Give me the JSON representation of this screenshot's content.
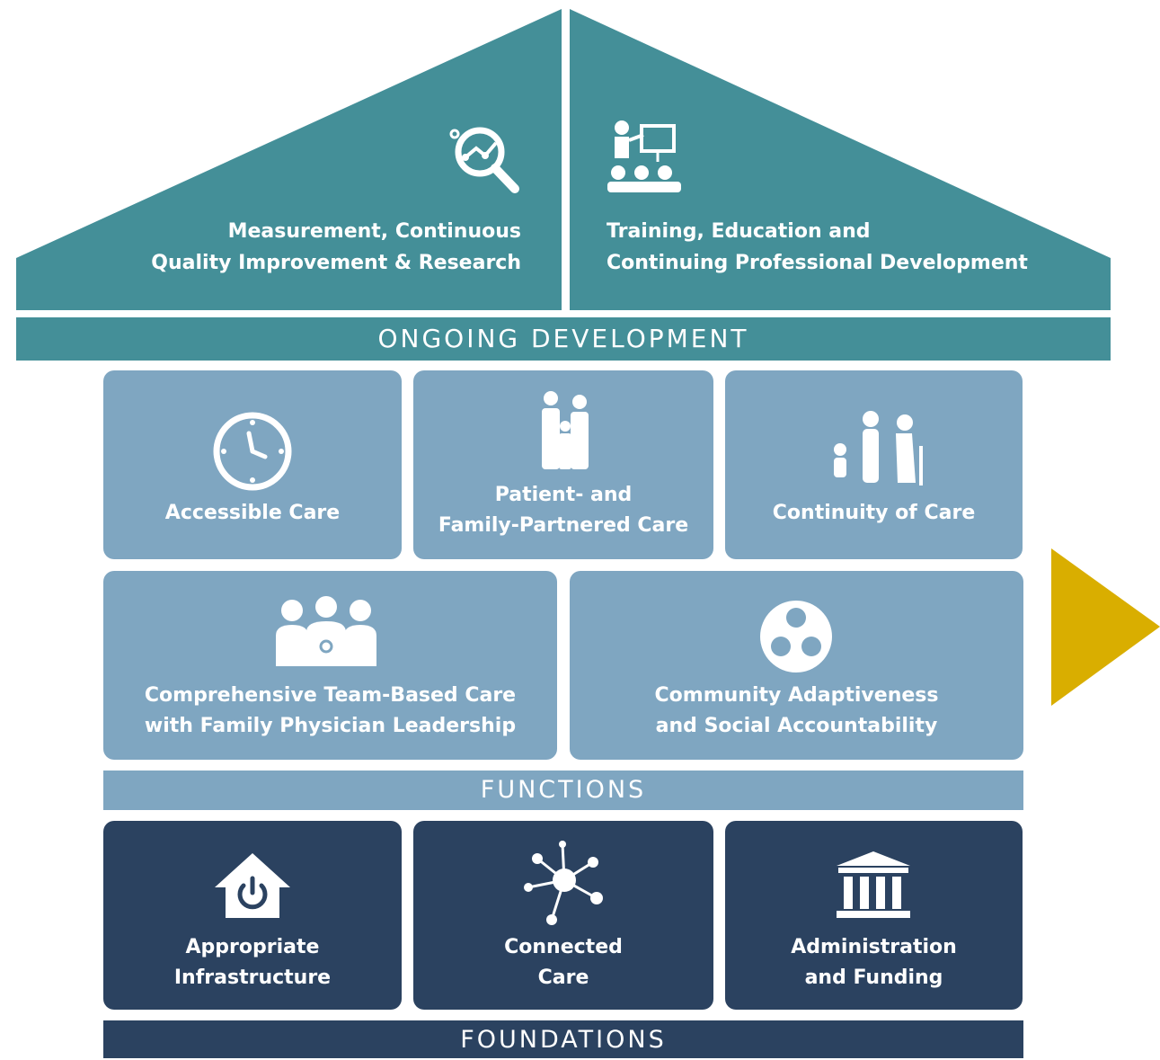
{
  "roof": {
    "left": {
      "line1": "Measurement, Continuous",
      "line2": "Quality Improvement & Research",
      "icon": "magnifier-chart-icon"
    },
    "right": {
      "line1": "Training, Education and",
      "line2": "Continuing Professional Development",
      "icon": "teacher-presentation-icon"
    }
  },
  "bands": {
    "ongoing": "ONGOING DEVELOPMENT",
    "functions": "FUNCTIONS",
    "foundations": "FOUNDATIONS"
  },
  "functions": {
    "row1": [
      {
        "line1": "Accessible Care",
        "line2": "",
        "icon": "clock-icon"
      },
      {
        "line1": "Patient- and",
        "line2": "Family-Partnered Care",
        "icon": "family-icon"
      },
      {
        "line1": "Continuity of Care",
        "line2": "",
        "icon": "life-stages-icon"
      }
    ],
    "row2": [
      {
        "line1": "Comprehensive Team-Based Care",
        "line2": "with Family Physician Leadership",
        "icon": "medical-team-icon"
      },
      {
        "line1": "Community Adaptiveness",
        "line2": "and Social Accountability",
        "icon": "community-circle-icon"
      }
    ]
  },
  "foundations": [
    {
      "line1": "Appropriate",
      "line2": "Infrastructure",
      "icon": "house-power-icon"
    },
    {
      "line1": "Connected",
      "line2": "Care",
      "icon": "network-icon"
    },
    {
      "line1": "Administration",
      "line2": "and Funding",
      "icon": "building-columns-icon"
    }
  ],
  "colors": {
    "roof": "#448f98",
    "functions_tile": "#7fa6c1",
    "foundations_tile": "#2b4260",
    "arrow": "#d9ae00"
  }
}
